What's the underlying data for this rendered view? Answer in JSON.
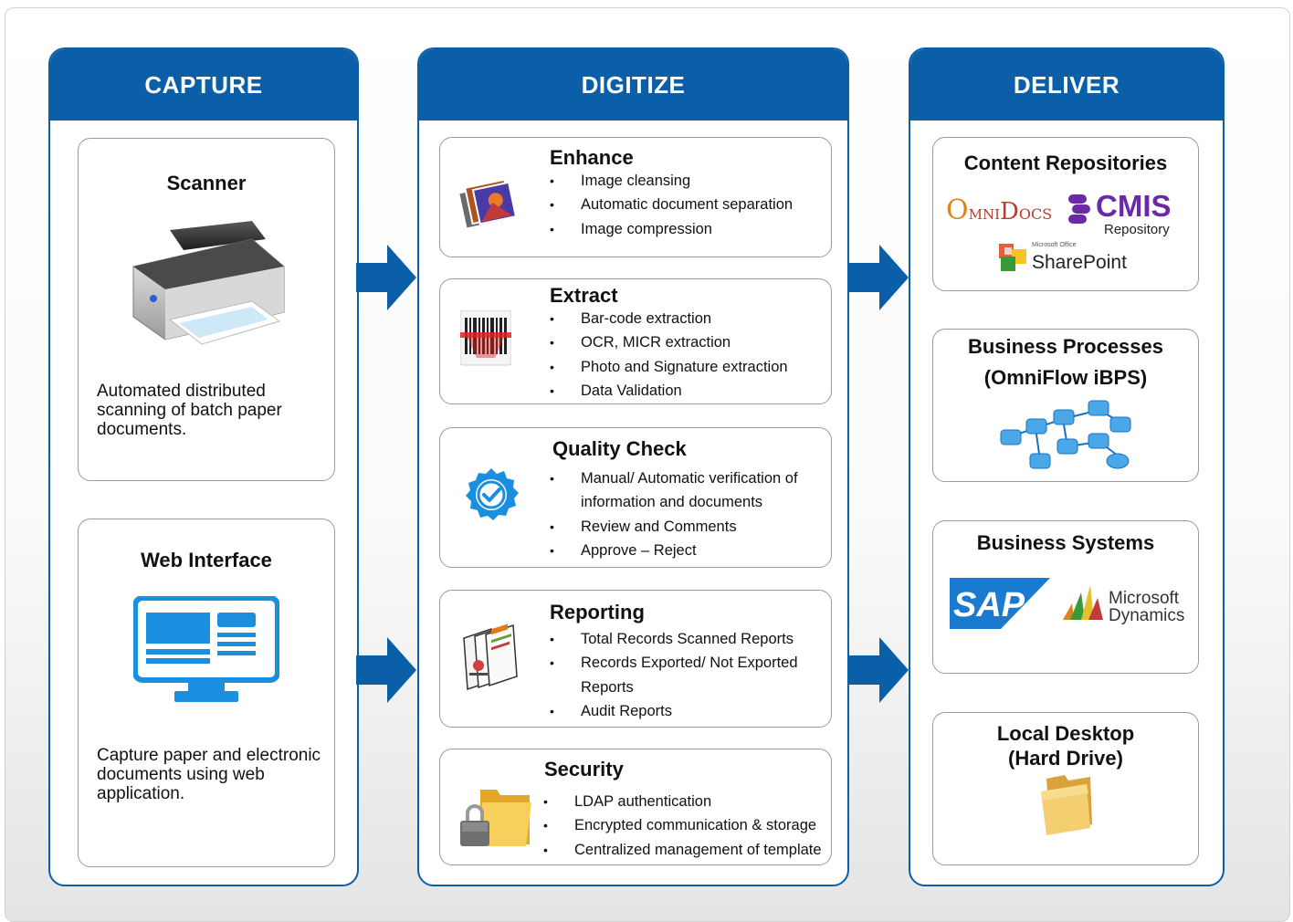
{
  "columns": {
    "capture": {
      "title": "CAPTURE",
      "cards": [
        {
          "title": "Scanner",
          "description": "Automated distributed scanning of batch paper documents.",
          "icon": "printer-icon"
        },
        {
          "title": "Web Interface",
          "description": "Capture paper and electronic documents using web application.",
          "icon": "monitor-icon"
        }
      ]
    },
    "digitize": {
      "title": "DIGITIZE",
      "cards": [
        {
          "title": "Enhance",
          "icon": "image-stack-icon",
          "items": [
            "Image cleansing",
            "Automatic document separation",
            "Image compression"
          ]
        },
        {
          "title": "Extract",
          "icon": "barcode-icon",
          "items": [
            "Bar-code extraction",
            "OCR, MICR extraction",
            "Photo and Signature extraction",
            "Data Validation"
          ]
        },
        {
          "title": "Quality Check",
          "icon": "verified-badge-icon",
          "items": [
            "Manual/ Automatic verification of",
            "information and documents",
            "Review and Comments",
            "Approve – Reject"
          ]
        },
        {
          "title": "Reporting",
          "icon": "reports-icon",
          "items": [
            "Total Records Scanned Reports",
            "Records Exported/ Not Exported",
            "Reports",
            "Audit Reports"
          ]
        },
        {
          "title": "Security",
          "icon": "lock-folder-icon",
          "items": [
            "LDAP authentication",
            "Encrypted communication & storage",
            "Centralized management of template"
          ]
        }
      ]
    },
    "deliver": {
      "title": "DELIVER",
      "cards": [
        {
          "title": "Content Repositories",
          "logos": {
            "omnidocs_a": "O",
            "omnidocs_b": "MNI",
            "omnidocs_c": "D",
            "omnidocs_d": "OCS",
            "cmis": "CMIS",
            "cmis_sub": "Repository",
            "sharepoint_small": "Microsoft Office",
            "sharepoint": "SharePoint"
          }
        },
        {
          "title_line1": "Business Processes",
          "title_line2": "(OmniFlow iBPS)",
          "icon": "process-flow-icon"
        },
        {
          "title": "Business Systems",
          "logos": {
            "sap": "SAP",
            "ms_line1": "Microsoft",
            "ms_line2": "Dynamics"
          }
        },
        {
          "title_line1": "Local Desktop",
          "title_line2": "(Hard Drive)",
          "icon": "folder-icon"
        }
      ]
    }
  },
  "colors": {
    "brand_blue": "#0b5ea8",
    "card_border": "#9a9a9a"
  }
}
